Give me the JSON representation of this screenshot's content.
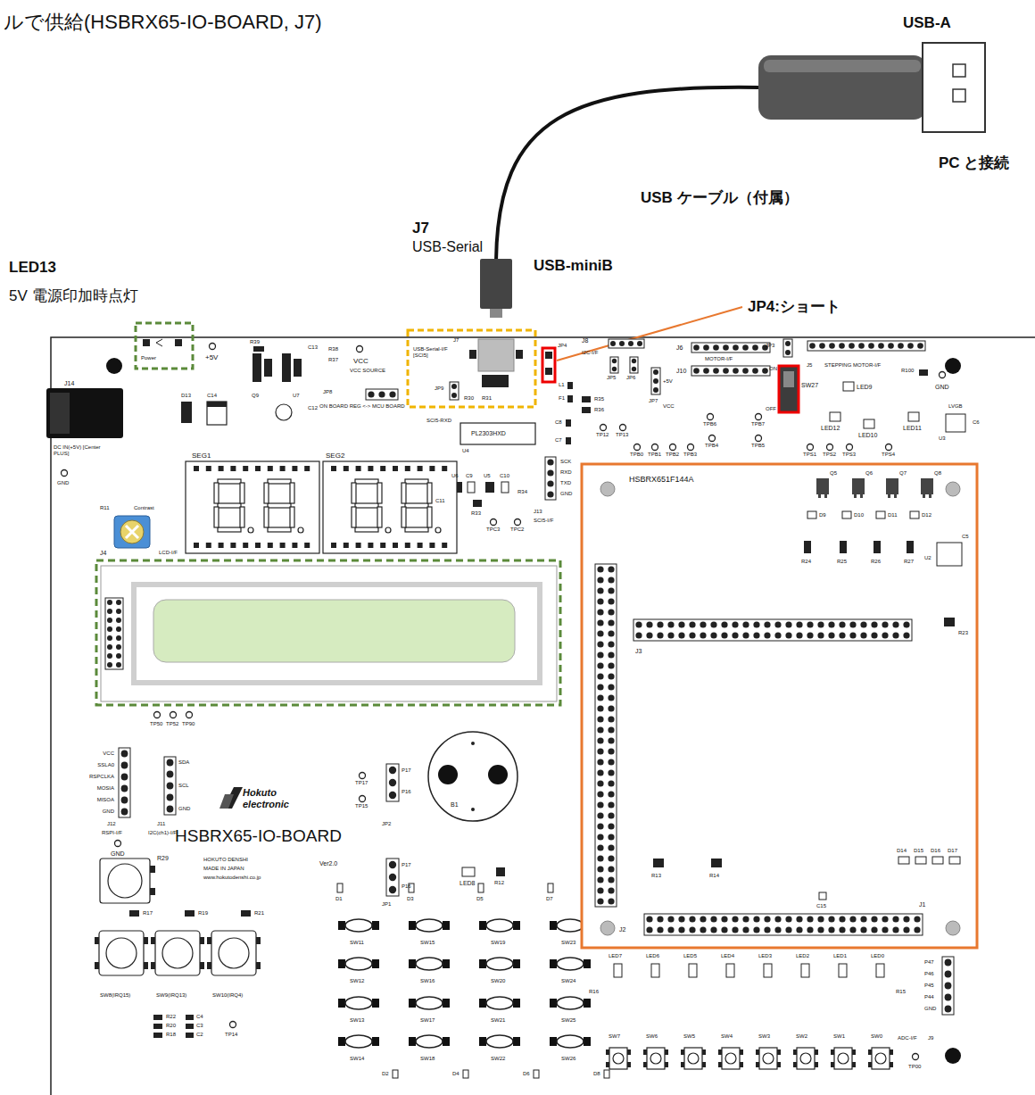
{
  "diagram": {
    "title": "ルで供給(HSBRX65-IO-BOARD, J7)",
    "labels": [
      "USB-A",
      "PC と接続",
      "USB ケーブル（付属）",
      "USB-miniB",
      "J7",
      "USB-Serial",
      "LED13",
      "5V 電源印加時点灯",
      "JP4:ショート",
      "Power",
      "+5V",
      "R39",
      "J14",
      "D13",
      "C14",
      "Q9",
      "U7",
      "C13",
      "R38",
      "R37",
      "C12",
      "VCC",
      "VCC SOURCE",
      "JP8",
      "ON BOARD REG <-> MCU BOARD",
      "USB-Serial-I/F [SCI5]",
      "J7",
      "JP4",
      "R30",
      "R31",
      "JP9",
      "SCI5-RXD",
      "L1",
      "F1",
      "J8",
      "I2C-I/F",
      "JP5",
      "JP6",
      "JP7",
      "+5V",
      "VCC",
      "J6",
      "MOTOR-I/F",
      "J10",
      "JP3",
      "J5",
      "STEPPING MOTOR-I/F",
      "SW27",
      "ON",
      "OFF",
      "LED9",
      "LED12",
      "LED10",
      "LED11",
      "R100",
      "GND",
      "LVGB",
      "U3",
      "C6",
      "PL2303HXD",
      "U4",
      "R35",
      "R36",
      "C8",
      "C7",
      "TP12",
      "TP13",
      "TPB6",
      "TPB7",
      "TPB4",
      "TPB5",
      "TPB0",
      "TPB1",
      "TPB2",
      "TPB3",
      "TPS1",
      "TPS2",
      "TPS3",
      "TPS4",
      "SCK",
      "RXD",
      "TXD",
      "GND",
      "J13",
      "SCI5-I/F",
      "TPC3",
      "TPC2",
      "R33",
      "R34",
      "U6",
      "C9",
      "U5",
      "C10",
      "C11",
      "DC IN(+5V) [Center PLUS]",
      "GND",
      "Contrast",
      "R11",
      "J4",
      "LCD-I/F",
      "SEG1",
      "SEG2",
      "HSBRX651F144A",
      "Q5",
      "Q6",
      "Q7",
      "Q8",
      "D9",
      "D10",
      "D11",
      "D12",
      "R24",
      "R25",
      "R26",
      "R27",
      "U2",
      "C5",
      "R23",
      "J3",
      "J2",
      "J1",
      "R13",
      "R14",
      "C15",
      "D14",
      "D15",
      "D16",
      "D17",
      "TP50",
      "TP52",
      "TP90",
      "VCC",
      "SSLA0",
      "RSPCLKA",
      "MOSIA",
      "MISOA",
      "GND",
      "J12",
      "RSPI-I/F",
      "SDA",
      "SCL",
      "GND",
      "J11",
      "I2C(ch1)-I/F",
      "TP17",
      "TP15",
      "JP2",
      "P17",
      "P16",
      "B1",
      "Hokuto electronic",
      "HSBRX65-IO-BOARD",
      "HOKUTO DENSHI",
      "MADE IN JAPAN",
      "www.hokutodenshi.co.jp",
      "Ver2.0",
      "JP1",
      "P17",
      "P16",
      "LED8",
      "R12",
      "GND",
      "R29",
      "D1",
      "D3",
      "D5",
      "D7",
      "SW11",
      "SW15",
      "SW19",
      "SW23",
      "SW12",
      "SW16",
      "SW20",
      "SW24",
      "SW13",
      "SW17",
      "SW21",
      "SW25",
      "SW14",
      "SW18",
      "SW22",
      "SW26",
      "D2",
      "D4",
      "D6",
      "D8",
      "R17",
      "R19",
      "R21",
      "SW8(IRQ15)",
      "SW9(IRQ13)",
      "SW10(IRQ4)",
      "R22",
      "R20",
      "R18",
      "C4",
      "C3",
      "C2",
      "TP14",
      "LED7",
      "LED6",
      "LED5",
      "LED4",
      "LED3",
      "LED2",
      "LED1",
      "LED0",
      "R16",
      "R15",
      "SW7",
      "SW6",
      "SW5",
      "SW4",
      "SW3",
      "SW2",
      "SW1",
      "SW0",
      "P47",
      "P46",
      "P45",
      "P44",
      "GND",
      "ADC-I/F",
      "J9",
      "TP00"
    ]
  }
}
